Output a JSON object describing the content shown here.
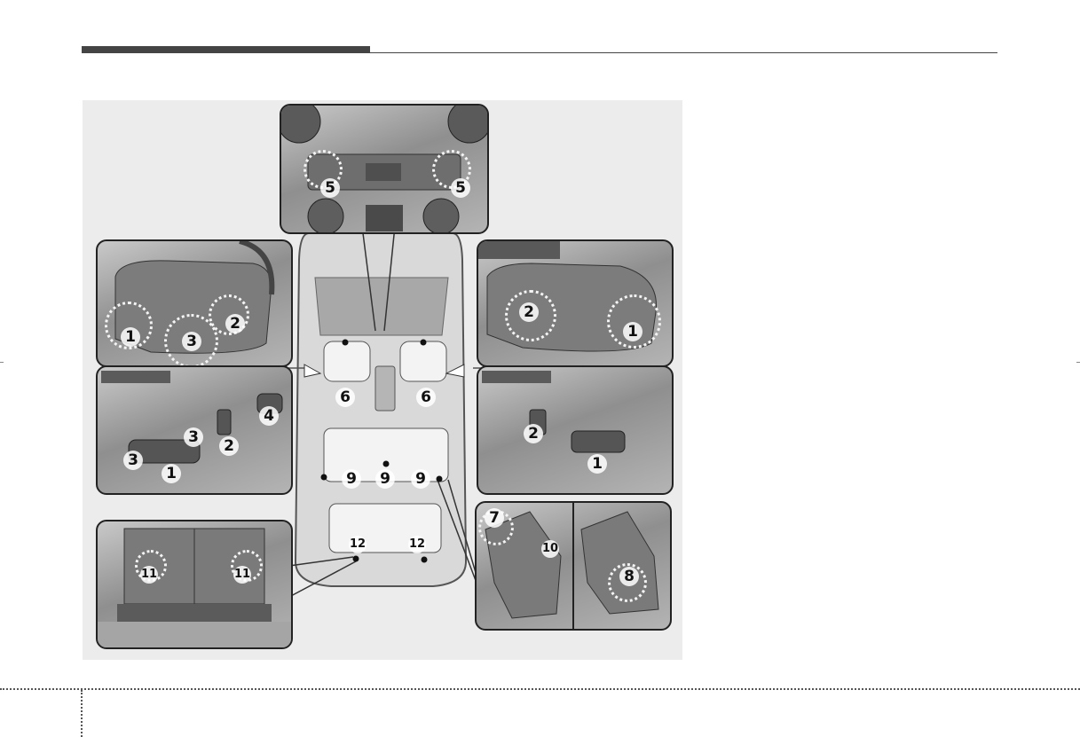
{
  "callouts": {
    "console_heat_left": "5",
    "console_heat_right": "5",
    "manual_lever_front": "1",
    "manual_lever_back": "2",
    "manual_height": "3",
    "power_left_switch_1": "1",
    "power_left_switch_2": "2",
    "power_left_switch_3a": "3",
    "power_left_switch_3b": "3",
    "power_left_switch_4": "4",
    "pass_manual_1": "1",
    "pass_manual_2": "2",
    "pass_power_1": "1",
    "pass_power_2": "2",
    "front_headrest_left": "6",
    "front_headrest_right": "6",
    "second_row_left": "9",
    "second_row_center": "9",
    "second_row_right": "9",
    "third_row_left": "12",
    "third_row_right": "12",
    "cargo_left": "11",
    "cargo_right": "11",
    "rear_seat_7": "7",
    "rear_seat_10": "10",
    "rear_seat_8": "8"
  },
  "colors": {
    "rule": "#444444",
    "figure_background": "#ececec",
    "panel_border": "#222222",
    "label_bar": "#595959"
  }
}
